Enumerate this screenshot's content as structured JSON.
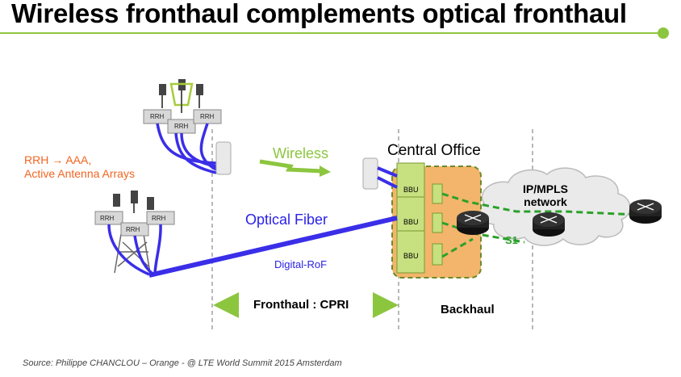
{
  "title": "Wireless fronthaul complements optical fronthaul",
  "labels": {
    "rrh_aaa_line1": "RRH → AAA,",
    "rrh_aaa_line2": "Active Antenna Arrays",
    "wireless": "Wireless",
    "central_office": "Central Office",
    "ip_mpls_line1": "IP/MPLS",
    "ip_mpls_line2": "network",
    "optical_fiber": "Optical Fiber",
    "digital_rof": "Digital-RoF",
    "s1": "S1",
    "fronthaul_cpri": "Fronthaul : CPRI",
    "backhaul": "Backhaul",
    "rrh": "RRH",
    "bbu": "BBU"
  },
  "source": "Source: Philippe CHANCLOU – Orange - @ LTE World Summit 2015 Amsterdam",
  "colors": {
    "accent_green": "#8cc63f",
    "fiber_blue": "#3a2ee8",
    "rrh_orange": "#f26522",
    "backhaul_fill": "#f2b56b",
    "s1_green": "#2aa12a"
  }
}
